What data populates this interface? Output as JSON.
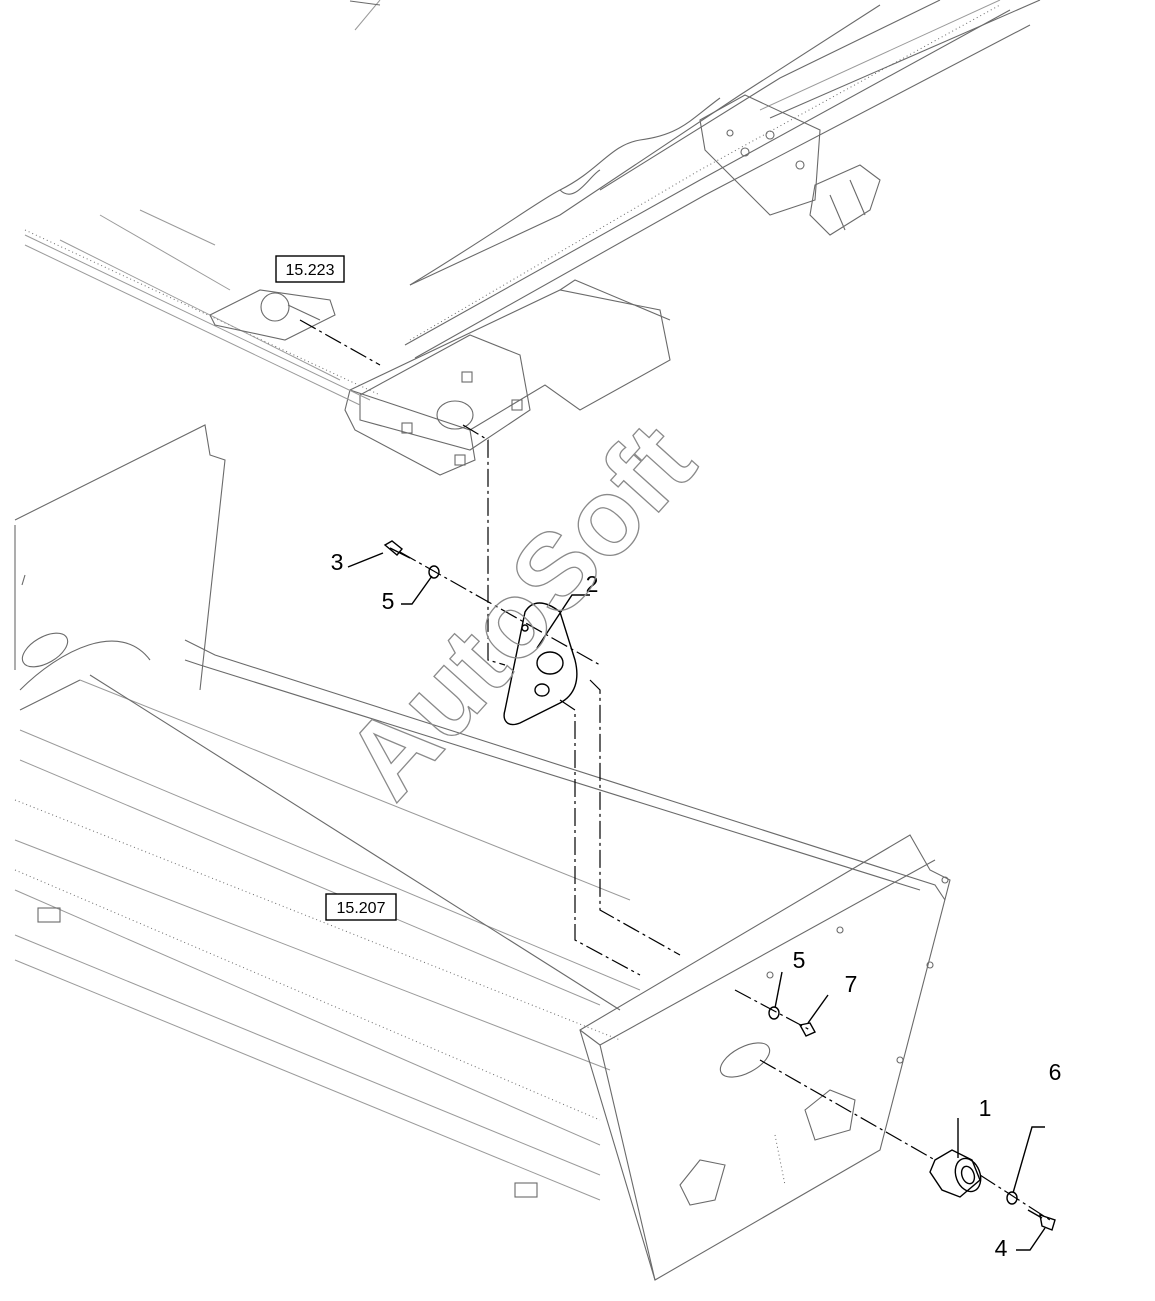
{
  "reference_boxes": [
    {
      "id": "ref-upper",
      "label": "15.223"
    },
    {
      "id": "ref-lower",
      "label": "15.207"
    }
  ],
  "callouts": [
    {
      "id": "callout-3",
      "label": "3"
    },
    {
      "id": "callout-5-upper",
      "label": "5"
    },
    {
      "id": "callout-2",
      "label": "2"
    },
    {
      "id": "callout-5-lower",
      "label": "5"
    },
    {
      "id": "callout-7",
      "label": "7"
    },
    {
      "id": "callout-1",
      "label": "1"
    },
    {
      "id": "callout-6",
      "label": "6"
    },
    {
      "id": "callout-4",
      "label": "4"
    }
  ],
  "watermark": "AutoSoft"
}
